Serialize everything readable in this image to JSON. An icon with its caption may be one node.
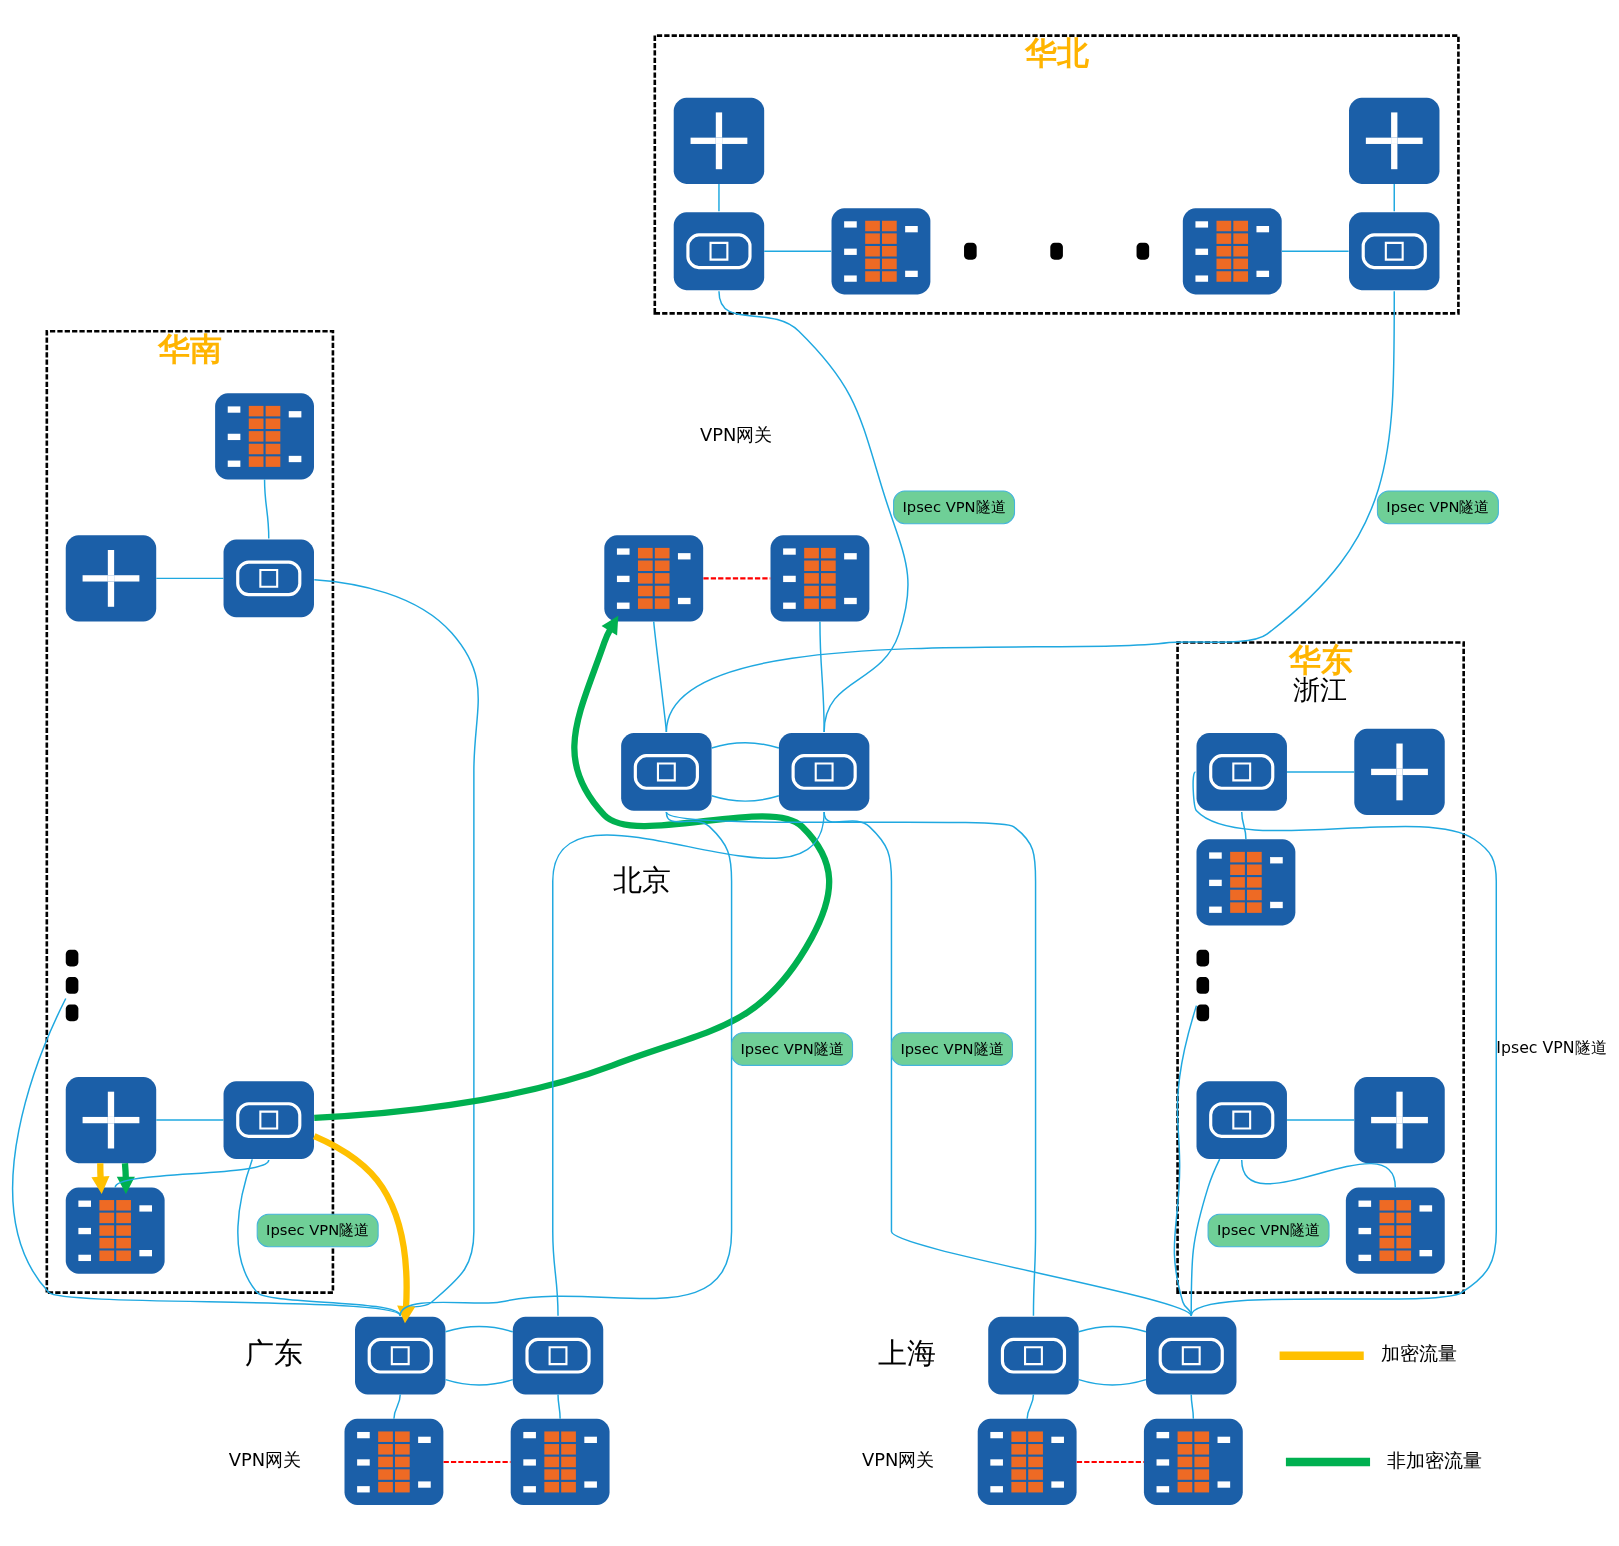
{
  "diagram": {
    "nodes": [
      {
        "text": [
          "华北"
        ]
      },
      {
        "text": [],
        "shape": "picture",
        "in": 0
      },
      {
        "text": [],
        "shape": "picture",
        "in": 0
      },
      {
        "text": [],
        "shape": "picture",
        "in": 0
      },
      {
        "text": [],
        "shape": "dots",
        "in": 0
      },
      {
        "text": [],
        "shape": "picture",
        "in": 0
      },
      {
        "text": [],
        "shape": "picture",
        "in": 0
      },
      {
        "text": [],
        "shape": "picture",
        "in": 0
      },
      {
        "text": [],
        "shape": "picture"
      },
      {
        "text": [],
        "shape": "picture"
      },
      {
        "text": [
          "华南"
        ]
      },
      {
        "text": [],
        "shape": "picture",
        "in": 10
      },
      {
        "text": [],
        "shape": "picture",
        "in": 10
      },
      {
        "text": [],
        "shape": "picture",
        "in": 10
      },
      {
        "text": [],
        "shape": "dots",
        "in": 10
      },
      {
        "text": [],
        "shape": "picture",
        "in": 10
      },
      {
        "text": [],
        "shape": "picture",
        "in": 10
      },
      {
        "text": [],
        "shape": "picture",
        "in": 10
      },
      {
        "text": [],
        "shape": "picture"
      },
      {
        "text": [],
        "shape": "picture"
      },
      {
        "text": [
          "华东",
          "浙江"
        ]
      },
      {
        "text": [],
        "shape": "picture",
        "in": 20
      },
      {
        "text": [],
        "shape": "picture",
        "in": 20
      },
      {
        "text": [],
        "shape": "picture",
        "in": 20
      },
      {
        "text": [],
        "shape": "dots",
        "in": 20
      },
      {
        "text": [],
        "shape": "picture",
        "in": 20
      },
      {
        "text": [],
        "shape": "picture",
        "in": 20
      },
      {
        "text": [],
        "shape": "picture",
        "in": 20
      },
      {
        "text": [],
        "shape": "picture"
      },
      {
        "text": [],
        "shape": "picture"
      },
      {
        "text": [],
        "shape": "picture"
      },
      {
        "text": [],
        "shape": "picture"
      },
      {
        "text": [],
        "shape": "picture"
      },
      {
        "text": [],
        "shape": "picture"
      },
      {
        "text": [],
        "shape": "picture"
      },
      {
        "text": [],
        "shape": "picture"
      }
    ],
    "edges": [
      {
        "from": 1,
        "to": 3,
        "arrow": "none"
      },
      {
        "from": 2,
        "to": 3,
        "arrow": "none"
      },
      {
        "from": 3,
        "to": 18,
        "arrow": "none",
        "label": "Ipsec VPN隧道"
      },
      {
        "from": 5,
        "to": 6,
        "arrow": "none"
      },
      {
        "from": 6,
        "to": 7,
        "arrow": "none"
      },
      {
        "from": 6,
        "to": 19,
        "arrow": "none",
        "label": "Ipsec VPN隧道"
      },
      {
        "from": 8,
        "to": 9,
        "arrow": "none",
        "style": "dashed",
        "color": "#ff0000"
      },
      {
        "from": 8,
        "to": 18,
        "arrow": "none"
      },
      {
        "from": 9,
        "to": 19,
        "arrow": "none"
      },
      {
        "from": 18,
        "to": 19,
        "arrow": "none"
      },
      {
        "from": 18,
        "to": 19,
        "arrow": "none"
      },
      {
        "from": 11,
        "to": 13,
        "arrow": "none"
      },
      {
        "from": 12,
        "to": 13,
        "arrow": "none"
      },
      {
        "from": 13,
        "to": 28,
        "arrow": "none"
      },
      {
        "from": 14,
        "to": 28,
        "arrow": "none"
      },
      {
        "from": 15,
        "to": 16,
        "arrow": "none"
      },
      {
        "from": 16,
        "to": 17,
        "arrow": "none"
      },
      {
        "from": 16,
        "to": 28,
        "arrow": "none",
        "label": "Ipsec VPN隧道"
      },
      {
        "from": 16,
        "to": 8,
        "arrow": "to",
        "style": "thick",
        "color": "#00b050"
      },
      {
        "from": 16,
        "to": 28,
        "arrow": "to",
        "style": "thick",
        "color": "#ffc000"
      },
      {
        "from": 15,
        "to": 17,
        "arrow": "to",
        "style": "thick",
        "color": "#ffc000"
      },
      {
        "from": 15,
        "to": 17,
        "arrow": "to",
        "style": "thick",
        "color": "#00b050"
      },
      {
        "from": 21,
        "to": 22,
        "arrow": "none"
      },
      {
        "from": 21,
        "to": 23,
        "arrow": "none"
      },
      {
        "from": 21,
        "to": 31,
        "arrow": "none",
        "label": "Ipsec VPN隧道"
      },
      {
        "from": 24,
        "to": 31,
        "arrow": "none"
      },
      {
        "from": 25,
        "to": 26,
        "arrow": "none"
      },
      {
        "from": 25,
        "to": 27,
        "arrow": "none"
      },
      {
        "from": 25,
        "to": 31,
        "arrow": "none",
        "label": "Ipsec VPN隧道"
      },
      {
        "from": 18,
        "to": 28,
        "arrow": "none",
        "label": "Ipsec VPN隧道"
      },
      {
        "from": 18,
        "to": 30,
        "arrow": "none"
      },
      {
        "from": 19,
        "to": 29,
        "arrow": "none"
      },
      {
        "from": 19,
        "to": 31,
        "arrow": "none",
        "label": "Ipsec VPN隧道"
      },
      {
        "from": 28,
        "to": 29,
        "arrow": "none"
      },
      {
        "from": 28,
        "to": 29,
        "arrow": "none"
      },
      {
        "from": 28,
        "to": 32,
        "arrow": "none"
      },
      {
        "from": 29,
        "to": 33,
        "arrow": "none"
      },
      {
        "from": 32,
        "to": 33,
        "arrow": "none",
        "style": "dashed",
        "color": "#ff0000"
      },
      {
        "from": 30,
        "to": 31,
        "arrow": "none"
      },
      {
        "from": 30,
        "to": 31,
        "arrow": "none"
      },
      {
        "from": 30,
        "to": 34,
        "arrow": "none"
      },
      {
        "from": 31,
        "to": 35,
        "arrow": "none"
      },
      {
        "from": 34,
        "to": 35,
        "arrow": "none",
        "style": "dashed",
        "color": "#ff0000"
      }
    ],
    "labels": [
      "VPN网关",
      "北京",
      "广东",
      "上海",
      "VPN网关",
      "VPN网关"
    ],
    "legend": [
      {
        "text": "加密流量"
      },
      {
        "text": "非加密流量"
      }
    ]
  }
}
